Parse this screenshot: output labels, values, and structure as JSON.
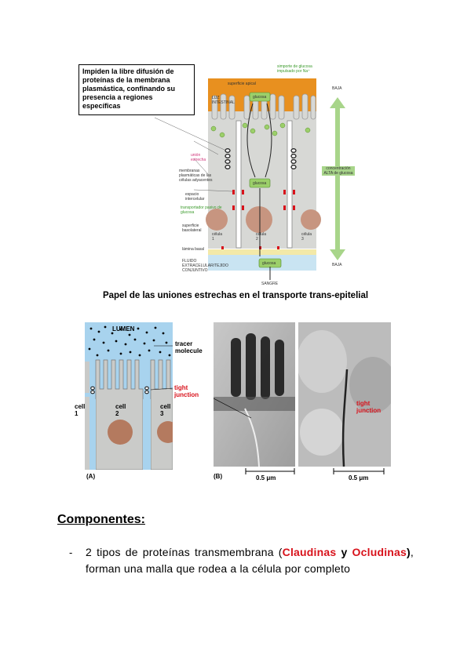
{
  "figure_top": {
    "callout": "Impiden la libre difusión de proteínas de la membrana plasmástica, confinando su presencia a regiones específicas",
    "labels": {
      "superficie_apical": "superficie apical",
      "lumen_intestinal": "LUZ INTESTINAL",
      "cotransport": "simporte de glucosa impulsado por Na⁺",
      "union_estrecha": "unión estrecha",
      "membranas": "membranas plasmáticas de las células adyacentes",
      "espacio": "espacio intercelular",
      "transportador": "transportador pasivo de glucosa",
      "superficie_basolateral": "superficie basolateral",
      "lamina_basal": "lámina basal",
      "fluido": "FLUIDO EXTRACELULAR/TEJIDO CONJUNTIVO",
      "glucosa": "glucosa",
      "celula1": "célula 1",
      "celula2": "célula 2",
      "celula3": "célula 3",
      "baja_top": "BAJA",
      "baja_bottom": "BAJA",
      "concentracion": "concentración ALTA de glucosa",
      "sangre": "SANGRE"
    },
    "caption": "Papel de las uniones estrechas en el transporte trans-epitelial"
  },
  "figure_bottom": {
    "lumen": "LUMEN",
    "tracer": "tracer molecule",
    "tight_junction_a": "tight junction",
    "tight_junction_b": "tight junction",
    "cell1": "cell 1",
    "cell2": "cell 2",
    "cell3": "cell 3",
    "panel_a": "(A)",
    "panel_b": "(B)",
    "scale1": "0.5 μm",
    "scale2": "0.5 μm"
  },
  "text": {
    "heading": "Componentes:",
    "bullet": "-",
    "p1": "2 tipos de proteínas transmembrana (",
    "claudinas": "Claudinas",
    "y": " y",
    "ocludinas": "Ocludinas",
    "p2": ")",
    "p3": ", forman una malla que rodea a la célula por completo"
  },
  "colors": {
    "lumen_orange": "#e8901f",
    "cell_gray": "#d4d6d3",
    "nucleus": "#c79580",
    "tight_red": "#d8121b",
    "arrow_green": "#9ccf6a",
    "blue_fluid": "#c9e4f2",
    "lumen_blue": "#a8d3ee"
  }
}
